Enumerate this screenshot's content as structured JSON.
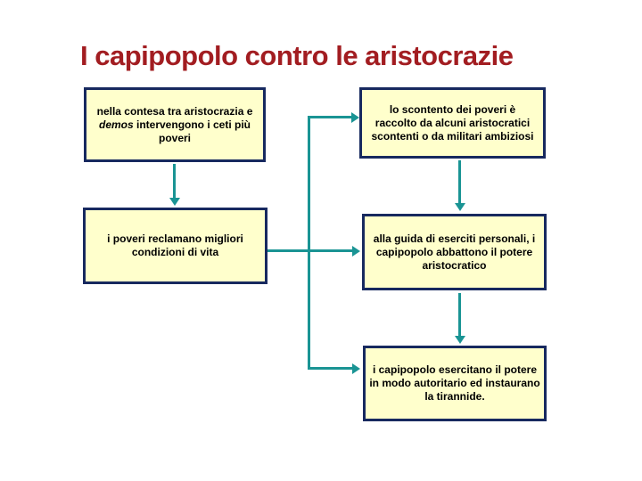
{
  "slide": {
    "title": "I capipopolo contro le aristocrazie",
    "colors": {
      "title": "#A21D21",
      "box_fill": "#FFFFCC",
      "box_border": "#17295F",
      "arrow": "#1A9494",
      "text": "#000000"
    },
    "boxes": [
      {
        "id": "box-1",
        "line1": "nella contesa tra aristocrazia e",
        "line2_italic": "demos",
        "line2_rest": " intervengono i ceti più",
        "line3": "poveri"
      },
      {
        "id": "box-2",
        "text": "lo scontento dei poveri è\nraccolto da alcuni aristocratici\nscontenti o da militari ambiziosi"
      },
      {
        "id": "box-3",
        "text": "i poveri reclamano migliori\ncondizioni di vita"
      },
      {
        "id": "box-4",
        "text": "alla guida di eserciti personali, i\ncapipopolo abbattono il potere\naristocratico"
      },
      {
        "id": "box-5",
        "text": "i capipopolo esercitano il potere\nin modo autoritario ed instaurano\nla tirannide."
      }
    ]
  }
}
